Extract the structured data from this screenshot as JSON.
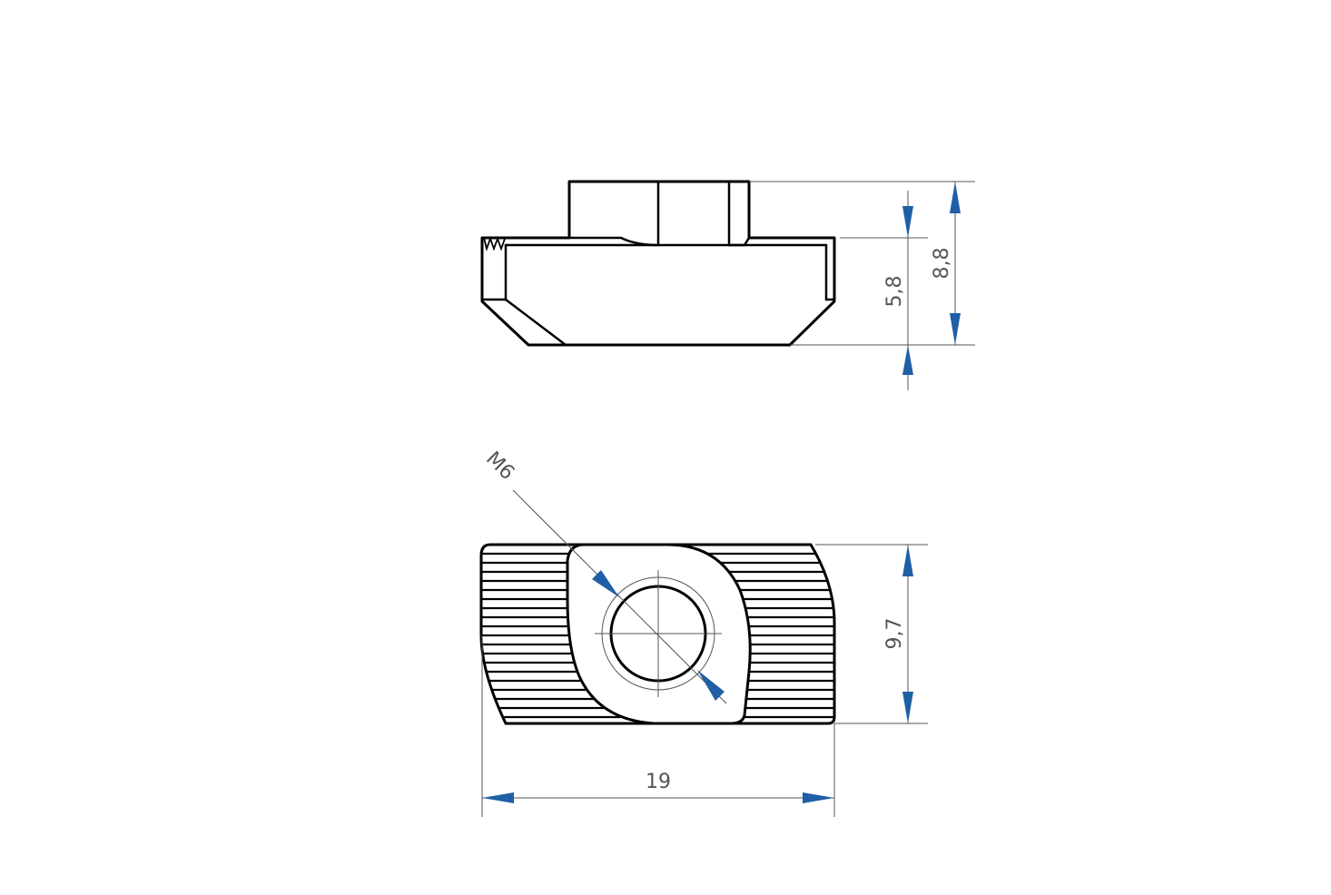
{
  "drawing": {
    "dimensions": {
      "slot_height": "5,8",
      "total_height": "8,8",
      "thread": "M6",
      "width": "9,7",
      "length": "19"
    },
    "colors": {
      "outline": "#000000",
      "dimension_line": "#555555",
      "arrow": "#1f5fa6",
      "text": "#555555"
    }
  }
}
